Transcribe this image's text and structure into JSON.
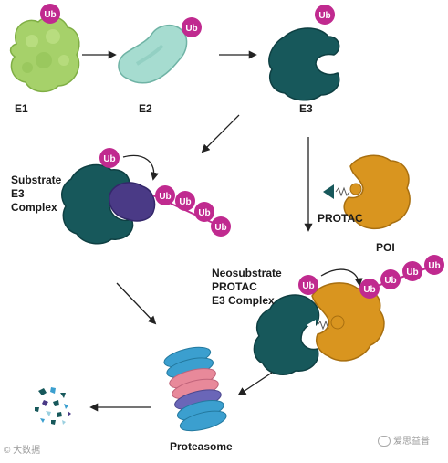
{
  "labels": {
    "e1": "E1",
    "e2": "E2",
    "e3": "E3",
    "substrate_line1": "Substrate",
    "substrate_line2": "E3",
    "substrate_line3": "Complex",
    "protac": "PROTAC",
    "poi": "POI",
    "neo_line1": "Neosubstrate",
    "neo_line2": "PROTAC",
    "neo_line3": "E3 Complex",
    "proteasome": "Proteasome"
  },
  "ub_label": "Ub",
  "watermark": {
    "left": "© 大数据",
    "right": "爱思益普"
  },
  "colors": {
    "ub": "#c02a8f",
    "e1": "#a6d16a",
    "e2": "#a6dcd0",
    "e3": "#17585b",
    "poi": "#d9951f",
    "substrate": "#4a3a86",
    "proteasome_blue": "#3b9fcf",
    "proteasome_pink": "#e8899a",
    "proteasome_purple": "#6a66b8"
  }
}
